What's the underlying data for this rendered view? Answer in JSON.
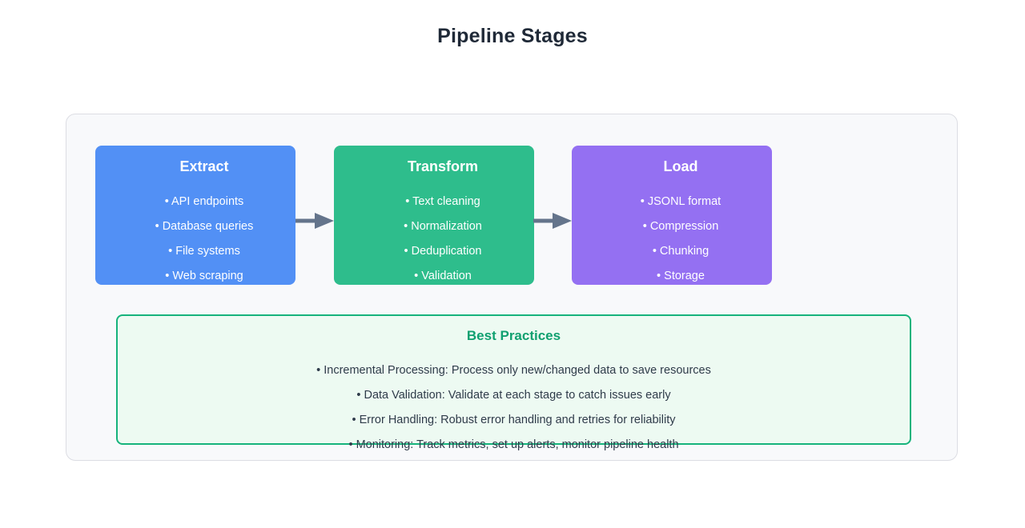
{
  "page": {
    "title": "Pipeline Stages",
    "background": "#ffffff"
  },
  "panel": {
    "background": "#f8f9fb",
    "border_color": "#dcdde3"
  },
  "stages": [
    {
      "key": "extract",
      "title": "Extract",
      "color": "#5290f5",
      "items": [
        "• API endpoints",
        "• Database queries",
        "• File systems",
        "• Web scraping"
      ]
    },
    {
      "key": "transform",
      "title": "Transform",
      "color": "#2ebd8c",
      "items": [
        "• Text cleaning",
        "• Normalization",
        "• Deduplication",
        "• Validation"
      ]
    },
    {
      "key": "load",
      "title": "Load",
      "color": "#9470f2",
      "items": [
        "• JSONL format",
        "• Compression",
        "• Chunking",
        "• Storage"
      ]
    }
  ],
  "arrows": {
    "icon": "arrow-right-icon",
    "color": "#64748b",
    "count": 2
  },
  "best_practices": {
    "title": "Best Practices",
    "title_color": "#10a070",
    "border_color": "#16b37c",
    "background": "#edfaf2",
    "items": [
      "• Incremental Processing: Process only new/changed data to save resources",
      "• Data Validation: Validate at each stage to catch issues early",
      "• Error Handling: Robust error handling and retries for reliability",
      "• Monitoring: Track metrics, set up alerts, monitor pipeline health"
    ]
  }
}
